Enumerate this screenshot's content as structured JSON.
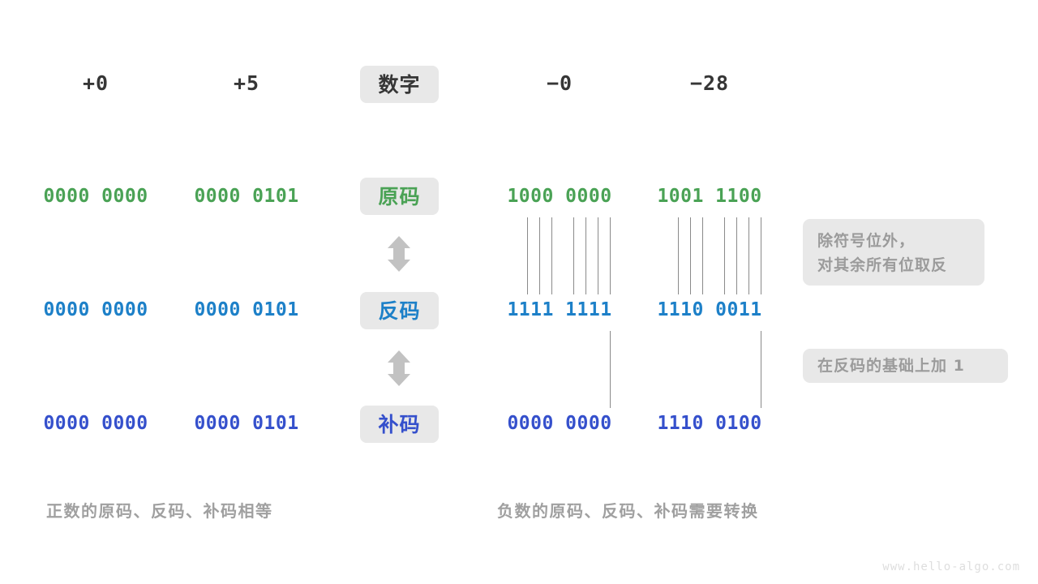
{
  "page": {
    "background": "#ffffff",
    "watermark": "www.hello-algo.com"
  },
  "palette": {
    "dark": "#363636",
    "green": "#4aa255",
    "blue": "#1d80c8",
    "indigo": "#3550cc",
    "pill_bg": "#e8e8e8",
    "note_text": "#9b9b9b",
    "caption_text": "#a0a0a0",
    "line": "#8a8a8a",
    "arrow": "#c2c2c2",
    "watermark": "#dedede"
  },
  "row_labels": {
    "number": "数字",
    "sign_magnitude": "原码",
    "ones_complement": "反码",
    "twos_complement": "补码"
  },
  "columns": {
    "pos_zero": "+0",
    "pos_five": "+5",
    "neg_zero": "−0",
    "neg_twentyeight": "−28"
  },
  "rows": [
    {
      "key": "number",
      "label": "数字",
      "label_color": "#363636",
      "values": {
        "pos_zero": "+0",
        "pos_five": "+5",
        "neg_zero": "−0",
        "neg_twentyeight": "−28"
      }
    },
    {
      "key": "sign_magnitude",
      "label": "原码",
      "label_color": "#4aa255",
      "values": {
        "pos_zero": "0000 0000",
        "pos_five": "0000 0101",
        "neg_zero": "1000 0000",
        "neg_twentyeight": "1001 1100"
      }
    },
    {
      "key": "ones_complement",
      "label": "反码",
      "label_color": "#1d80c8",
      "values": {
        "pos_zero": "0000 0000",
        "pos_five": "0000 0101",
        "neg_zero": "1111 1111",
        "neg_twentyeight": "1110 0011"
      }
    },
    {
      "key": "twos_complement",
      "label": "补码",
      "label_color": "#3550cc",
      "values": {
        "pos_zero": "0000 0000",
        "pos_five": "0000 0101",
        "neg_zero": "0000 0000",
        "neg_twentyeight": "1110 0100"
      }
    }
  ],
  "notes": {
    "invert": "除符号位外，\n对其余所有位取反",
    "add_one": "在反码的基础上加 1"
  },
  "captions": {
    "positive": "正数的原码、反码、补码相等",
    "negative": "负数的原码、反码、补码需要转换"
  },
  "arrows": {
    "sm_to_oc": "double-head-vertical-arrow",
    "oc_to_tc": "double-head-vertical-arrow"
  }
}
